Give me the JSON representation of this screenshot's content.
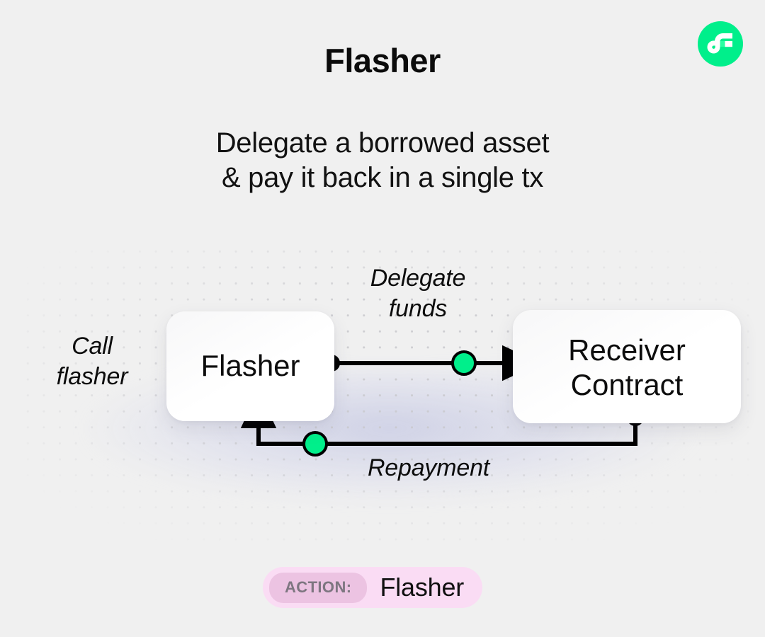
{
  "brand": {
    "logo_icon": "flow-logo-icon",
    "logo_color": "#00ef8b",
    "logo_glyph_color": "#ffffff",
    "logo_accent_color": "#2bffa3"
  },
  "header": {
    "title": "Flasher",
    "subtitle": "Delegate a borrowed asset\n& pay it back in a single tx"
  },
  "diagram": {
    "type": "flow",
    "accent_color": "#00ef8b",
    "line_color": "#000000",
    "nodes": [
      {
        "id": "flasher",
        "label": "Flasher"
      },
      {
        "id": "receiver",
        "label": "Receiver\nContract"
      }
    ],
    "edges": [
      {
        "id": "call-flasher",
        "label": "Call\nflasher",
        "from": "external",
        "to": "flasher"
      },
      {
        "id": "delegate-funds",
        "label": "Delegate\nfunds",
        "from": "flasher",
        "to": "receiver",
        "has_token": true
      },
      {
        "id": "repayment",
        "label": "Repayment",
        "from": "receiver",
        "to": "flasher",
        "has_token": true
      }
    ]
  },
  "footer": {
    "action_key": "ACTION:",
    "action_value": "Flasher",
    "chip_color": "#fadcf4",
    "chip_key_color": "#ecc3e2"
  }
}
